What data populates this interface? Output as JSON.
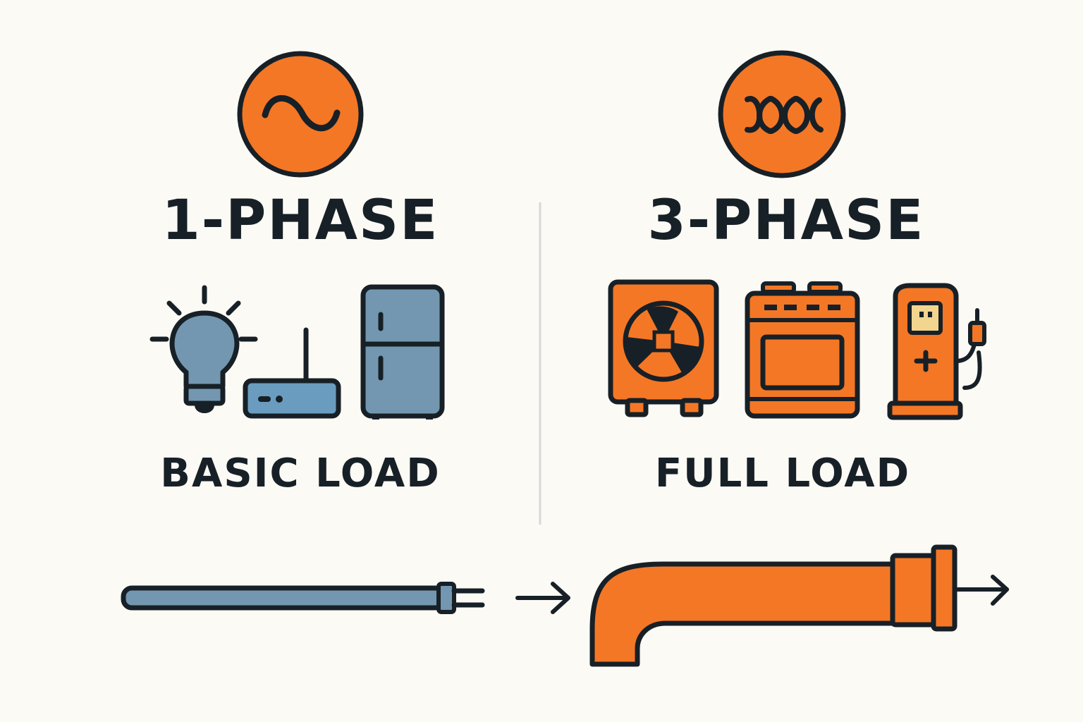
{
  "colors": {
    "background": "#fcfaf5",
    "ink": "#172026",
    "accent": "#f47726",
    "steel_blue": "#7397b0",
    "divider": "#d8d8d8"
  },
  "single_phase": {
    "heading": "1-PHASE",
    "symbol_icon": "single-sine-wave-icon",
    "devices": [
      "light-bulb-icon",
      "router-icon",
      "refrigerator-icon"
    ],
    "load_label": "BASIC LOAD",
    "cable_icon": "thin-cable-icon"
  },
  "three_phase": {
    "heading": "3-PHASE",
    "symbol_icon": "triple-wave-icon",
    "devices": [
      "heat-pump-icon",
      "electric-stove-icon",
      "ev-charger-icon"
    ],
    "load_label": "FULL LOAD",
    "cable_icon": "thick-cable-icon"
  },
  "flow_icon": "arrow-right-icon"
}
